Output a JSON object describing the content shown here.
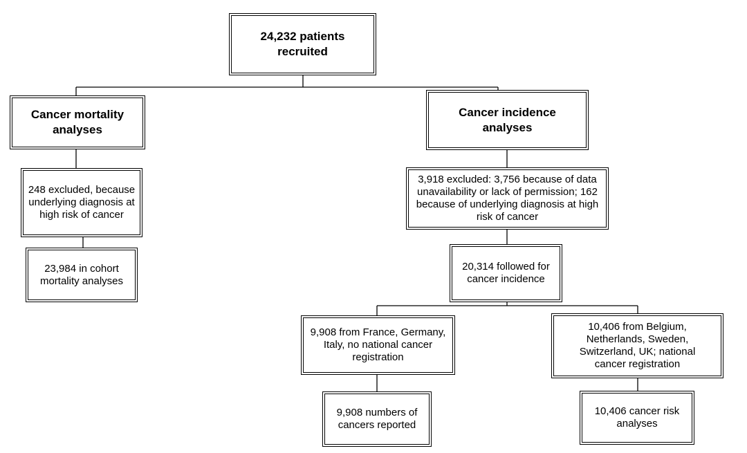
{
  "diagram": {
    "nodes": {
      "root": {
        "text": "24,232 patients recruited"
      },
      "mortality": {
        "text": "Cancer mortality analyses"
      },
      "incidence": {
        "text": "Cancer incidence analyses"
      },
      "mortality_excluded": {
        "text": "248 excluded, because underlying diagnosis at high risk of cancer"
      },
      "mortality_cohort": {
        "text": "23,984 in cohort mortality analyses"
      },
      "incidence_excluded": {
        "text": "3,918 excluded: 3,756 because of data unavailability or lack of permission; 162 because of underlying diagnosis at high risk of cancer"
      },
      "incidence_followed": {
        "text": "20,314 followed for cancer incidence"
      },
      "no_registration": {
        "text": "9,908 from France, Germany, Italy, no national cancer registration"
      },
      "registration": {
        "text": "10,406 from Belgium, Netherlands, Sweden, Switzerland, UK; national cancer registration"
      },
      "cancers_reported": {
        "text": "9,908 numbers of cancers reported"
      },
      "risk_analyses": {
        "text": "10,406 cancer risk analyses"
      }
    },
    "edges": [
      [
        "root",
        "mortality"
      ],
      [
        "root",
        "incidence"
      ],
      [
        "mortality",
        "mortality_excluded"
      ],
      [
        "mortality_excluded",
        "mortality_cohort"
      ],
      [
        "incidence",
        "incidence_excluded"
      ],
      [
        "incidence_excluded",
        "incidence_followed"
      ],
      [
        "incidence_followed",
        "no_registration"
      ],
      [
        "incidence_followed",
        "registration"
      ],
      [
        "no_registration",
        "cancers_reported"
      ],
      [
        "registration",
        "risk_analyses"
      ]
    ]
  }
}
